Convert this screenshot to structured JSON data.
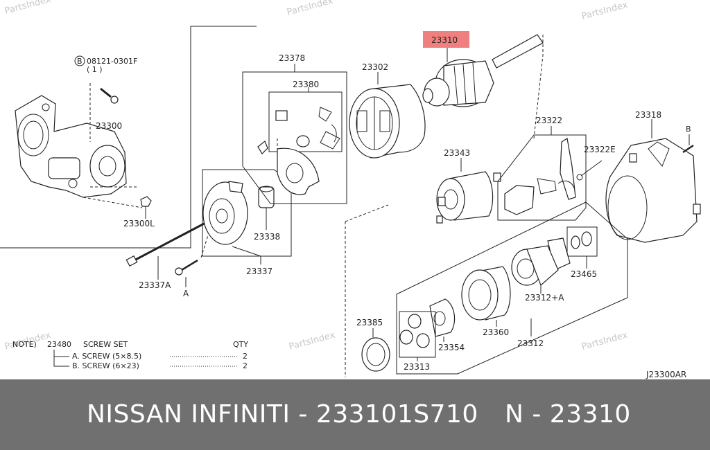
{
  "watermark": "PartsIndex",
  "highlight": {
    "label": "23310",
    "color": "#f08080"
  },
  "callouts": {
    "bolt_code": "08121-0301F",
    "bolt_circle": "B",
    "bolt_qty": "( 1 )",
    "p23378": "23378",
    "p23380": "23380",
    "p23302": "23302",
    "p23300": "23300",
    "p23300L": "23300L",
    "p23337A": "23337A",
    "ref_a": "A",
    "p23338": "23338",
    "p23337": "23337",
    "p23343": "23343",
    "p23322": "23322",
    "p23322E": "23322E",
    "p23318": "23318",
    "ref_b": "B",
    "p23465": "23465",
    "p23312A": "23312+A",
    "p23385": "23385",
    "p23360": "23360",
    "p23354": "23354",
    "p23313": "23313",
    "p23312": "23312",
    "diagram_code": "J23300AR"
  },
  "note": {
    "prefix": "NOTE)",
    "part": "23480",
    "title": "SCREW SET",
    "qty_header": "QTY",
    "rows": [
      {
        "label": "A. SCREW (5×8.5)",
        "qty": "2"
      },
      {
        "label": "B. SCREW (6×23)",
        "qty": "2"
      }
    ]
  },
  "footer": {
    "title": "NISSAN INFINITI - 233101S710",
    "ref": "N - 23310"
  }
}
